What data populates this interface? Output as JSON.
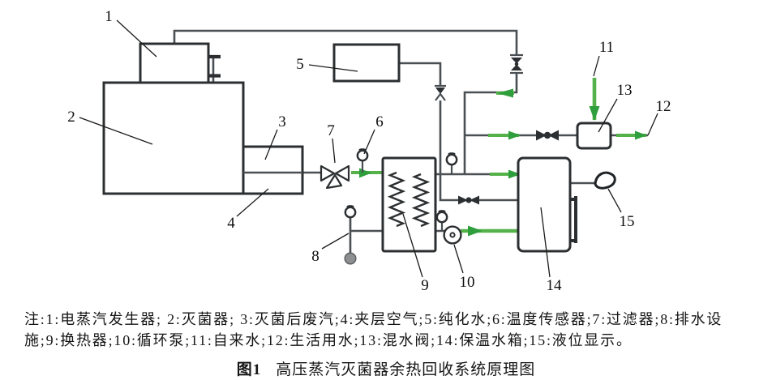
{
  "note": {
    "line1": "注:1:电蒸汽发生器; 2:灭菌器; 3:灭菌后废汽;4:夹层空气;5:纯化水;6:温度传感器;7:过滤器;8:排水设",
    "line2": "施;9:换热器;10:循环泵;11:自来水;12:生活用水;13:混水阀;14:保温水箱;15:液位显示。"
  },
  "caption": {
    "prefix": "图1",
    "title": "高压蒸汽灭菌器余热回收系统原理图"
  },
  "diagram": {
    "colors": {
      "pipe": "#4a4f53",
      "outline": "#2c2f31",
      "flow_line": "#55b24a",
      "flow_arrow": "#2f9e3c",
      "drain_fill": "#8d9091"
    },
    "callouts": [
      {
        "label": "1",
        "component": "电蒸汽发生器"
      },
      {
        "label": "2",
        "component": "灭菌器"
      },
      {
        "label": "3",
        "component": "灭菌后废汽"
      },
      {
        "label": "4",
        "component": "夹层空气"
      },
      {
        "label": "5",
        "component": "纯化水"
      },
      {
        "label": "6",
        "component": "温度传感器"
      },
      {
        "label": "7",
        "component": "过滤器"
      },
      {
        "label": "8",
        "component": "排水设施"
      },
      {
        "label": "9",
        "component": "换热器"
      },
      {
        "label": "10",
        "component": "循环泵"
      },
      {
        "label": "11",
        "component": "自来水"
      },
      {
        "label": "12",
        "component": "生活用水"
      },
      {
        "label": "13",
        "component": "混水阀"
      },
      {
        "label": "14",
        "component": "保温水箱"
      },
      {
        "label": "15",
        "component": "液位显示"
      }
    ]
  }
}
